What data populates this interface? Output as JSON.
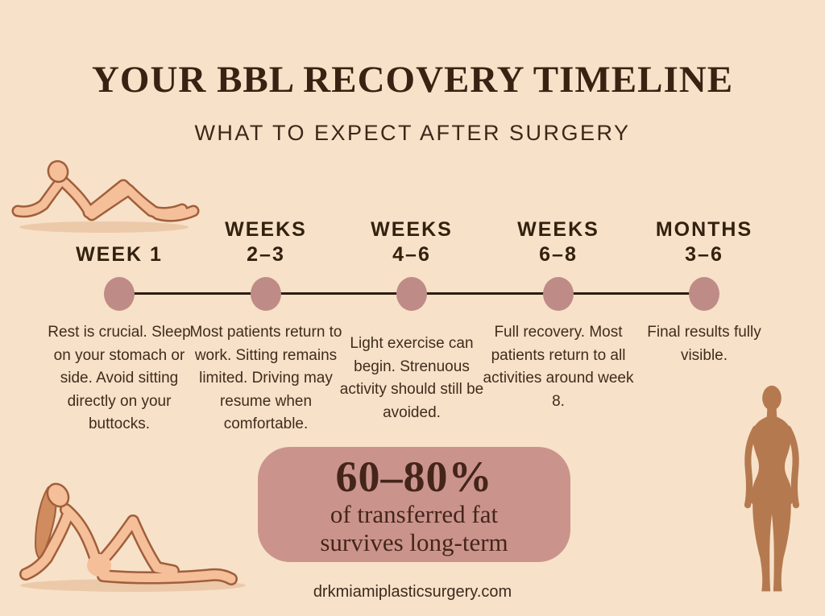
{
  "colors": {
    "background": "#f7e1c9",
    "title_text": "#3a2213",
    "body_text": "#3f2c1c",
    "timeline_dot": "#bf8b86",
    "timeline_line": "#2c1c11",
    "stat_box_bg": "#ca948d",
    "stat_box_text": "#45251a",
    "figure_skin": "#f5bf9a",
    "figure_outline": "#a05f3a",
    "figure_hair": "#d08b5e",
    "silhouette_fill": "#b5794f"
  },
  "header": {
    "title": "YOUR BBL RECOVERY TIMELINE",
    "subtitle": "WHAT TO EXPECT AFTER SURGERY"
  },
  "timeline": {
    "milestones": [
      {
        "label_line1": "WEEK 1",
        "label_line2": "",
        "description": "Rest is crucial. Sleep on your stomach or side. Avoid sitting directly on your buttocks."
      },
      {
        "label_line1": "WEEKS",
        "label_line2": "2–3",
        "description": "Most patients return to work. Sitting remains limited. Driving may resume when comfortable."
      },
      {
        "label_line1": "WEEKS",
        "label_line2": "4–6",
        "description": "Light exercise can begin. Strenuous activity should still be avoided."
      },
      {
        "label_line1": "WEEKS",
        "label_line2": "6–8",
        "description": "Full recovery. Most patients return to all activities around week 8."
      },
      {
        "label_line1": "MONTHS",
        "label_line2": "3–6",
        "description": "Final results fully visible."
      }
    ]
  },
  "stat_box": {
    "headline": "60–80%",
    "line1": "of transferred fat",
    "line2": "survives long-term"
  },
  "footer": {
    "website": "drkmiamiplasticsurgery.com"
  },
  "illustrations": {
    "top_left": "reclining-figure",
    "bottom_left": "sitting-figure",
    "bottom_right": "standing-silhouette"
  }
}
